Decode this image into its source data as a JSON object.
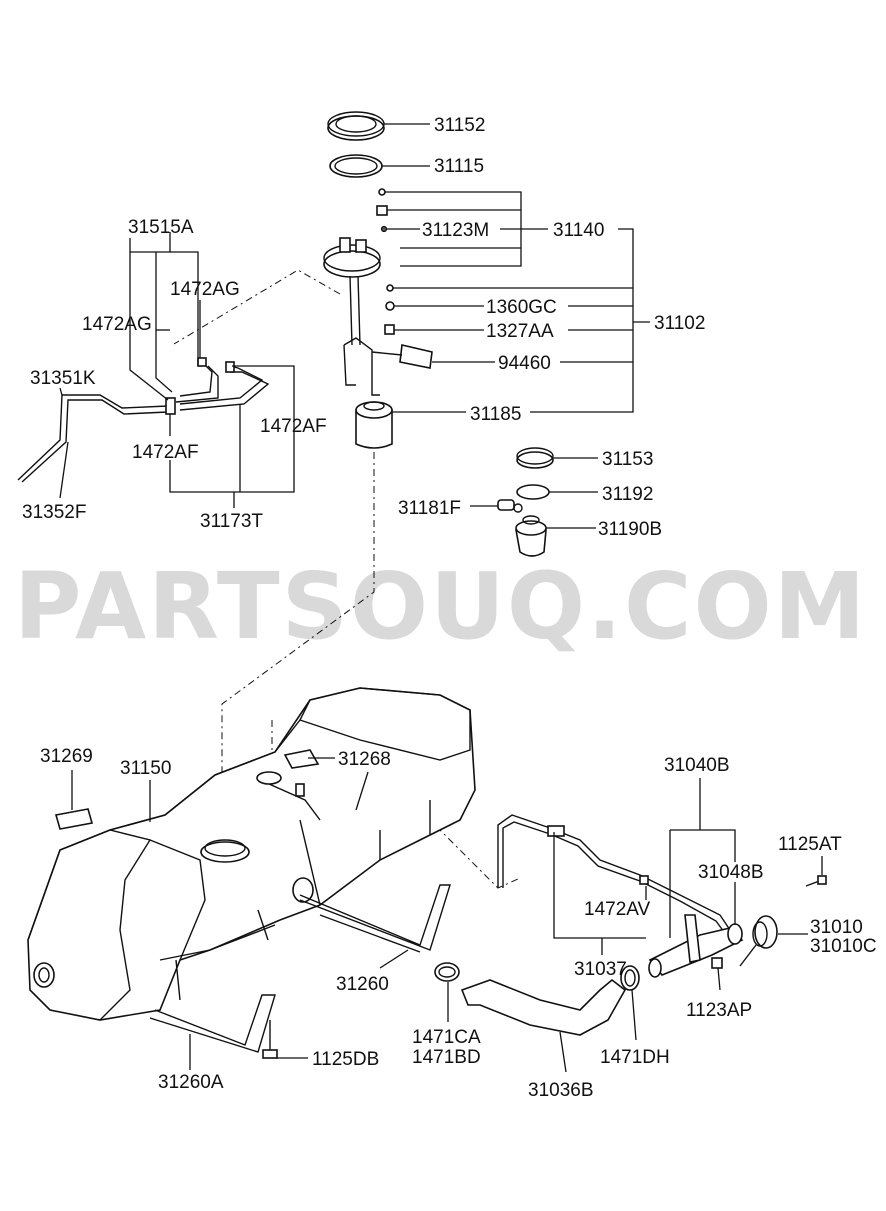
{
  "watermark": "PARTSOUQ.COM",
  "labels": {
    "p31152": "31152",
    "p31115": "31115",
    "p31123M": "31123M",
    "p31140": "31140",
    "p31515A": "31515A",
    "p1472AG_a": "1472AG",
    "p1472AG_b": "1472AG",
    "p1360GC": "1360GC",
    "p1327AA": "1327AA",
    "p31102": "31102",
    "p94460": "94460",
    "p31351K": "31351K",
    "p1472AF_a": "1472AF",
    "p1472AF_b": "1472AF",
    "p31185": "31185",
    "p31153": "31153",
    "p31192": "31192",
    "p31352F": "31352F",
    "p31173T": "31173T",
    "p31181F": "31181F",
    "p31190B": "31190B",
    "p31040B": "31040B",
    "p31269": "31269",
    "p31150": "31150",
    "p31268": "31268",
    "p1125AT": "1125AT",
    "p31048B": "31048B",
    "p1472AV": "1472AV",
    "p31010": "31010",
    "p31010C": "31010C",
    "p31037": "31037",
    "p31260": "31260",
    "p1123AP": "1123AP",
    "p1471CA": "1471CA",
    "p1471BD": "1471BD",
    "p1471DH": "1471DH",
    "p1125DB": "1125DB",
    "p31260A": "31260A",
    "p31036B": "31036B"
  }
}
